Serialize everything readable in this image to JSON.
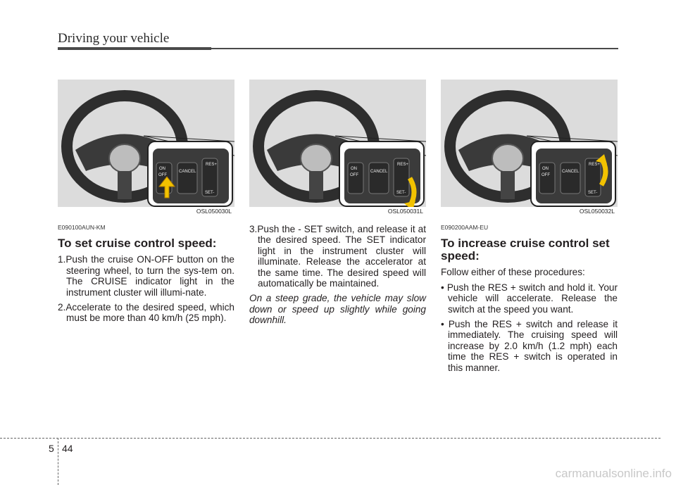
{
  "header": {
    "title": "Driving your vehicle"
  },
  "figures": [
    {
      "code": "OSL050030L",
      "arrow": "up-on-off"
    },
    {
      "code": "OSL050031L",
      "arrow": "down-set"
    },
    {
      "code": "OSL050032L",
      "arrow": "up-res"
    }
  ],
  "switch_labels": {
    "on": "ON",
    "off": "OFF",
    "cancel": "CANCEL",
    "res": "RES+",
    "set": "SET-"
  },
  "col1": {
    "code": "E090100AUN-KM",
    "heading": "To set cruise control speed:",
    "items": [
      "1.Push the cruise ON-OFF button on the steering wheel, to turn the sys-tem on. The CRUISE indicator light in the instrument cluster will illumi-nate.",
      "2.Accelerate to the desired speed, which must be more than 40 km/h (25 mph)."
    ]
  },
  "col2": {
    "items": [
      "3.Push the - SET switch, and release it at the desired speed. The SET indicator light in the instrument cluster will illuminate. Release the accelerator at the same time. The desired speed will automatically be maintained."
    ],
    "note": "On a steep grade, the vehicle may slow down or speed up slightly while going downhill."
  },
  "col3": {
    "code": "E090200AAM-EU",
    "heading": "To increase cruise control set speed:",
    "intro": "Follow either of these procedures:",
    "bullets": [
      "• Push the RES + switch and hold it. Your vehicle will accelerate. Release the switch at the speed you want.",
      "• Push the RES + switch and release it immediately. The cruising speed will increase by 2.0 km/h (1.2 mph) each time the RES + switch is operated in this manner."
    ]
  },
  "footer": {
    "chapter": "5",
    "page": "44",
    "watermark": "carmanualsonline.info"
  }
}
